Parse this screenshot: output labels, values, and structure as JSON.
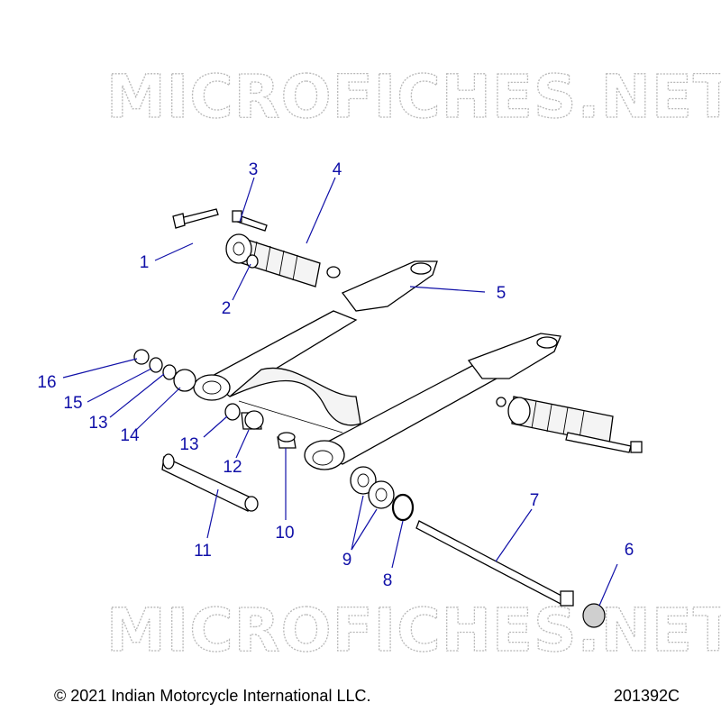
{
  "watermark": {
    "text": "MICROFICHES.NET"
  },
  "callouts": [
    {
      "num": "1"
    },
    {
      "num": "2"
    },
    {
      "num": "3"
    },
    {
      "num": "4"
    },
    {
      "num": "5"
    },
    {
      "num": "16"
    },
    {
      "num": "15"
    },
    {
      "num": "13"
    },
    {
      "num": "14"
    },
    {
      "num": "13"
    },
    {
      "num": "12"
    },
    {
      "num": "11"
    },
    {
      "num": "10"
    },
    {
      "num": "9"
    },
    {
      "num": "8"
    },
    {
      "num": "7"
    },
    {
      "num": "6"
    }
  ],
  "footer": {
    "copyright": "© 2021 Indian Motorcycle International LLC.",
    "diagram_id": "201392C"
  }
}
